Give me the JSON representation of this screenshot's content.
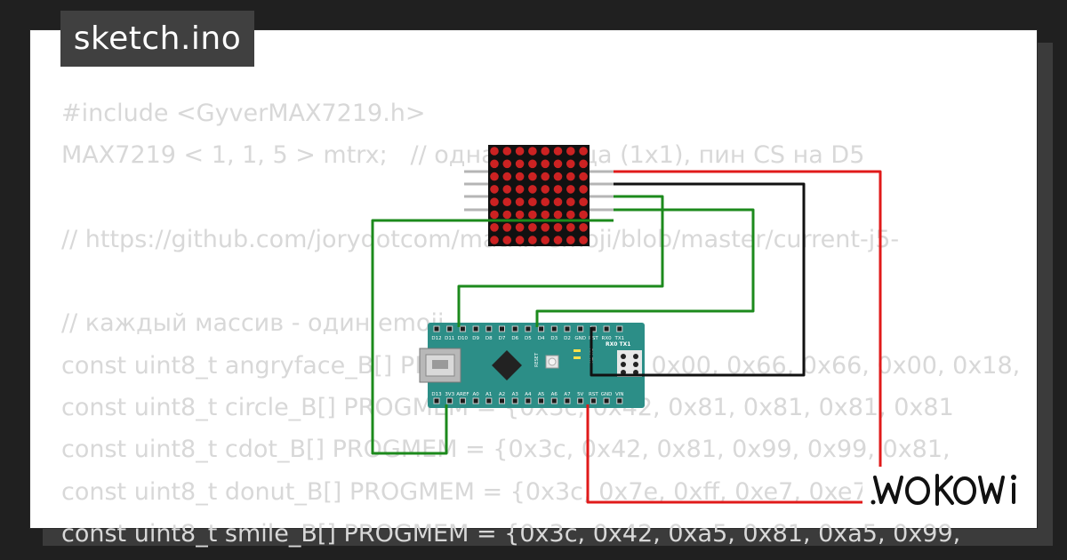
{
  "file_tab": {
    "label": "sketch.ino"
  },
  "code_lines": [
    "#include <GyverMAX7219.h>",
    "MAX7219 < 1, 1, 5 > mtrx;   // одна матрица (1x1), пин CS на D5",
    "",
    "// https://github.com/jorydotcom/matrix-emoji/blob/master/current-j5-",
    "",
    "// каждый массив - один emoji",
    "const uint8_t angryface_B[] PROGMEM = {0x00, 0x00, 0x66, 0x66, 0x00, 0x18,",
    "const uint8_t circle_B[] PROGMEM = {0x3c, 0x42, 0x81, 0x81, 0x81, 0x81",
    "const uint8_t cdot_B[] PROGMEM = {0x3c, 0x42, 0x81, 0x99, 0x99, 0x81,",
    "const uint8_t donut_B[] PROGMEM = {0x3c, 0x7e, 0xff, 0xe7, 0xe7, 0xff,",
    "const uint8_t smile_B[] PROGMEM = {0x3c, 0x42, 0xa5, 0x81, 0xa5, 0x99,"
  ],
  "arduino": {
    "top_pins": [
      "D12",
      "D11",
      "D10",
      "D9",
      "D8",
      "D7",
      "D6",
      "D5",
      "D4",
      "D3",
      "D2",
      "GND",
      "RST",
      "RX0",
      "TX1"
    ],
    "bottom_pins": [
      "D13",
      "3V3",
      "AREF",
      "A0",
      "A1",
      "A2",
      "A3",
      "A4",
      "A5",
      "A6",
      "A7",
      "5V",
      "RST",
      "GND",
      "VIN"
    ],
    "reset_label": "RESET",
    "rx0_tx1_label": "RX0 TX1",
    "led_labels": [
      "TX",
      "RX"
    ]
  },
  "brand": {
    "name": "WOKWI"
  },
  "colors": {
    "background": "#202020",
    "card": "#ffffff",
    "code_text": "#d8d8d8",
    "board": "#2c8e87",
    "matrix": "#111111",
    "led": "#cc2222",
    "wire_green": "#1c8a1c",
    "wire_red": "#e01a1a",
    "wire_black": "#111111",
    "tag_bg": "#404040"
  }
}
